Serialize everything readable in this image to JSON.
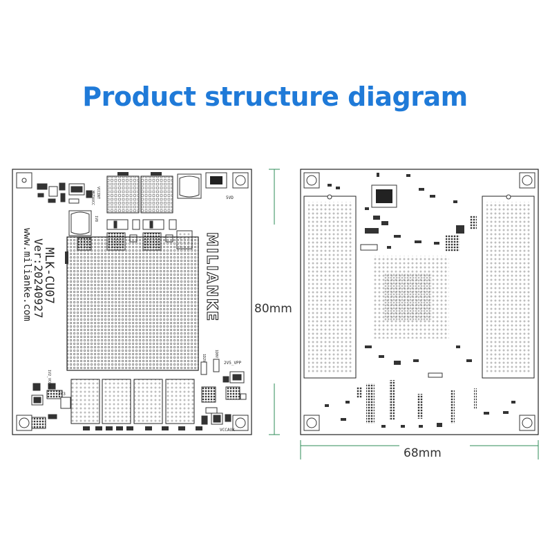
{
  "title": "Product structure diagram",
  "board_front": {
    "model": "MLK-CU07",
    "version": "Ver:20240927",
    "website": "www.milianke.com",
    "brand": "MILIANKE",
    "labels": {
      "vccint": "VCCINT",
      "mgtavcc": "MGTAVCC",
      "v5d": "5VD",
      "v1v8": "1V8",
      "v3v3": "3V3",
      "v1v2_vccio": "1V2_VCCIO",
      "v2v5_vpp": "2V5_VPP",
      "vccaux": "VCCAUX",
      "v1d2": "1D2V",
      "v1d0": "1D0V"
    }
  },
  "dimensions": {
    "height": "80mm",
    "width": "68mm"
  },
  "colors": {
    "title": "#1f7ad8",
    "dimension_line": "#2e8b57",
    "outline": "#222222"
  }
}
